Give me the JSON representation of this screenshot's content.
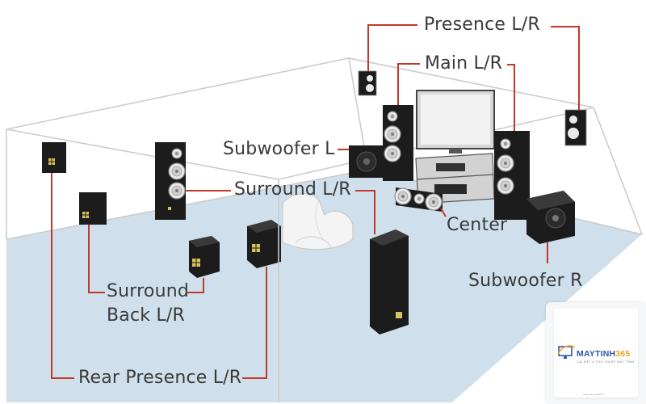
{
  "labels": {
    "presence": "Presence L/R",
    "main": "Main L/R",
    "subwoofer_l": "Subwoofer L",
    "surround": "Surround L/R",
    "center": "Center",
    "subwoofer_r": "Subwoofer R",
    "surround_back_line1": "Surround",
    "surround_back_line2": "Back L/R",
    "rear_presence": "Rear Presence L/R"
  },
  "logo": {
    "brand_main": "MAYTINH",
    "brand_number": "365",
    "tagline": "CÀI ĐẶT & THỦ THUẬT MÁY TÍNH",
    "url": "www.maytinh365.vn"
  },
  "colors": {
    "leader_line": "#c0392b",
    "floor": "#cfe0ec",
    "room_outline": "#cccccc",
    "speaker_body": "#1c1c1c"
  }
}
